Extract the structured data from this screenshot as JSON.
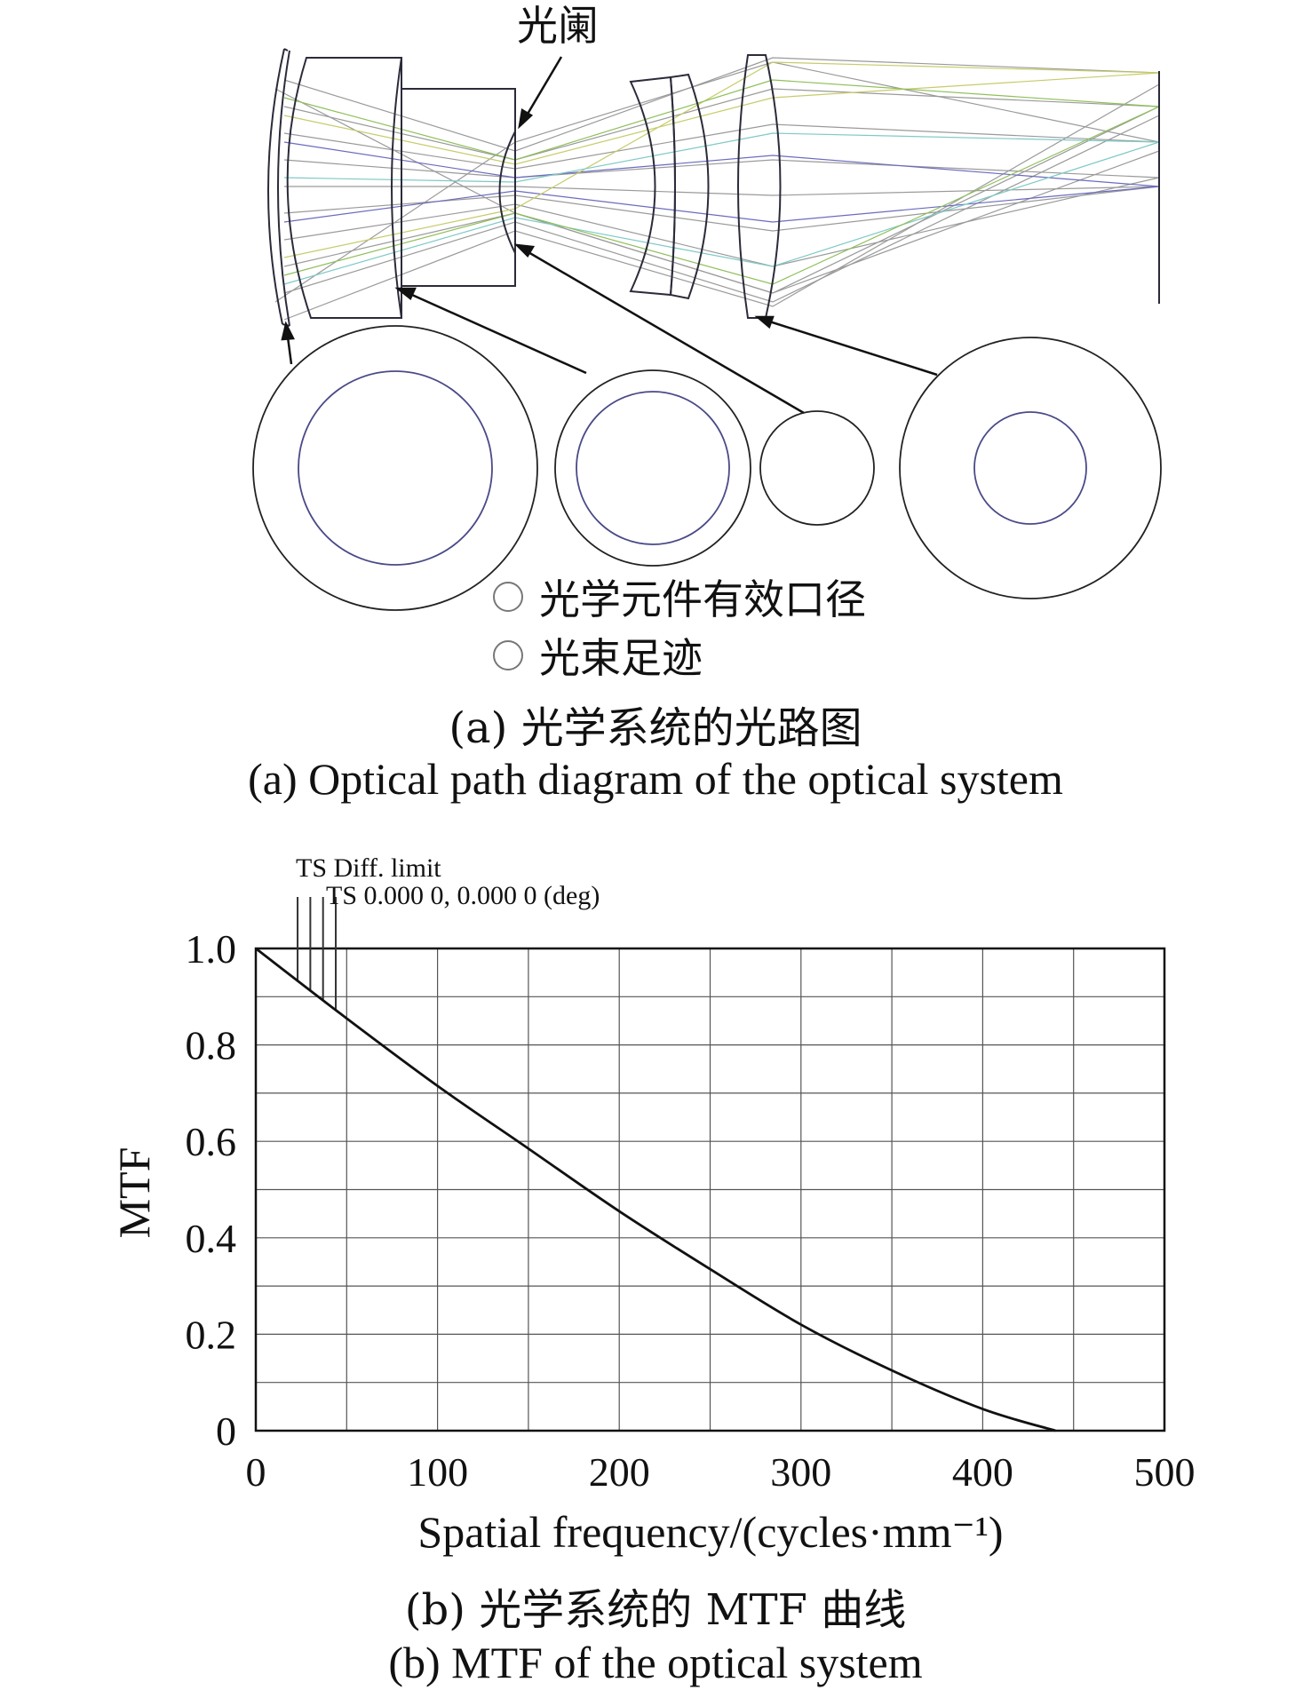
{
  "figure_a": {
    "stop_label": "光阑",
    "legend": [
      {
        "label": "光学元件有效口径"
      },
      {
        "label": "光束足迹"
      }
    ],
    "caption_cn": "(a) 光学系统的光路图",
    "caption_en": "(a) Optical path diagram of the optical system"
  },
  "figure_b": {
    "annotation_1": "TS Diff. limit",
    "annotation_2": "TS 0.000 0, 0.000 0 (deg)",
    "caption_cn": "(b) 光学系统的 MTF 曲线",
    "caption_en": "(b) MTF of the optical system"
  },
  "chart_data": {
    "type": "line",
    "xlabel": "Spatial frequency/(cycles·mm⁻¹)",
    "ylabel": "MTF",
    "xlim": [
      0,
      500
    ],
    "ylim": [
      0,
      1.0
    ],
    "xticks": [
      "0",
      "100",
      "200",
      "300",
      "400",
      "500"
    ],
    "yticks": [
      "0",
      "0.2",
      "0.4",
      "0.6",
      "0.8",
      "1.0"
    ],
    "grid": true,
    "series": [
      {
        "x": [
          0,
          50,
          100,
          150,
          200,
          250,
          300,
          350,
          400,
          440
        ],
        "y": [
          1.0,
          0.855,
          0.715,
          0.585,
          0.455,
          0.335,
          0.22,
          0.125,
          0.045,
          0.0
        ]
      }
    ]
  }
}
